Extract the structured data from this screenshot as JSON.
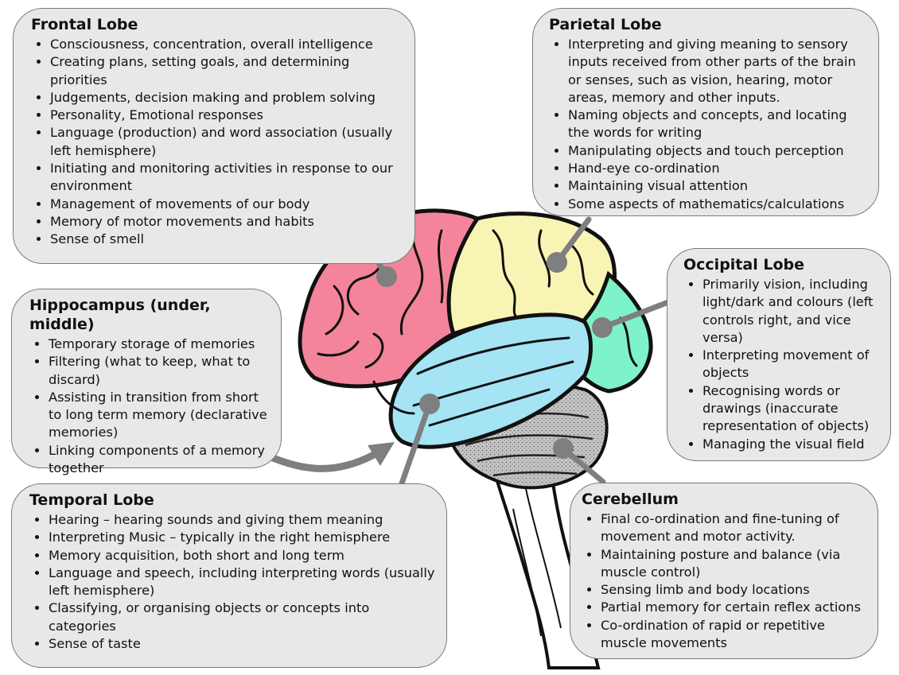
{
  "colors": {
    "frontal": "#f4849c",
    "parietal": "#f8f4b4",
    "occipital": "#7ef2c8",
    "temporal": "#a4e4f4",
    "cerebellum": "#bcbcbc",
    "box_fill": "#e8e8e8",
    "connector": "#7f7f7f"
  },
  "frontal": {
    "title": "Frontal Lobe",
    "items": [
      "Consciousness, concentration, overall intelligence",
      "Creating plans, setting goals, and determining priorities",
      "Judgements, decision making and problem solving",
      "Personality, Emotional responses",
      "Language (production) and word association (usually left hemisphere)",
      "Initiating and monitoring activities in response to our environment",
      "Management of movements of our body",
      "Memory of motor movements and habits",
      "Sense of smell"
    ]
  },
  "parietal": {
    "title": "Parietal Lobe",
    "items": [
      "Interpreting and giving meaning to sensory inputs received from other parts of the brain or senses, such as vision, hearing, motor areas, memory and other inputs.",
      "Naming objects and concepts, and locating the words for writing",
      "Manipulating objects and touch perception",
      "Hand-eye co-ordination",
      "Maintaining visual attention",
      "Some aspects of mathematics/calculations"
    ]
  },
  "occipital": {
    "title": "Occipital Lobe",
    "items": [
      "Primarily vision, including light/dark and colours (left controls right, and vice versa)",
      "Interpreting movement of objects",
      "Recognising words or drawings (inaccurate representation of objects)",
      "Managing the visual field"
    ]
  },
  "hippocampus": {
    "title": "Hippocampus (under, middle)",
    "items": [
      "Temporary storage of memories",
      "Filtering (what to keep, what to discard)",
      "Assisting in transition from short to long term memory (declarative memories)",
      "Linking components of a memory together"
    ]
  },
  "temporal": {
    "title": "Temporal Lobe",
    "items": [
      "Hearing – hearing sounds and giving them meaning",
      "Interpreting Music – typically in the right hemisphere",
      "Memory acquisition, both short and long term",
      "Language and speech, including interpreting words (usually left hemisphere)",
      "Classifying, or organising objects or concepts into categories",
      "Sense of taste"
    ]
  },
  "cerebellum": {
    "title": "Cerebellum",
    "items": [
      "Final co-ordination and fine-tuning of movement and motor activity.",
      "Maintaining posture and balance (via muscle control)",
      "Sensing limb and body locations",
      "Partial memory for certain reflex actions",
      "Co-ordination of rapid or repetitive muscle movements"
    ]
  }
}
